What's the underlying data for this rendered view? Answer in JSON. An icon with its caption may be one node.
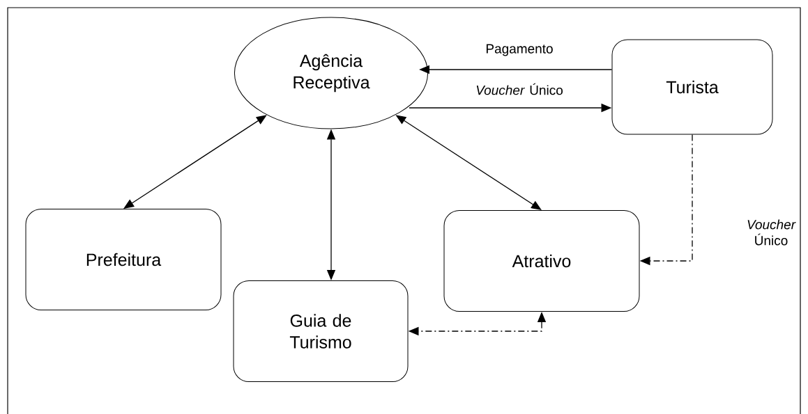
{
  "diagram": {
    "nodes": [
      {
        "text": [
          "Agência Receptiva"
        ]
      },
      {
        "text": [
          "Turista"
        ]
      },
      {
        "text": [
          "Prefeitura"
        ]
      },
      {
        "text": [
          "Atrativo"
        ]
      },
      {
        "text": [
          "Guia de Turismo"
        ]
      }
    ],
    "edges": [
      {
        "from": 1,
        "to": 0,
        "arrow": "to",
        "label": "Pagamento"
      },
      {
        "from": 0,
        "to": 1,
        "arrow": "to",
        "label": "*Voucher* Único"
      },
      {
        "from": 0,
        "to": 2,
        "arrow": "both"
      },
      {
        "from": 0,
        "to": 4,
        "arrow": "both"
      },
      {
        "from": 0,
        "to": 3,
        "arrow": "both"
      },
      {
        "from": 1,
        "to": 3,
        "arrow": "to",
        "style": "dashed",
        "label": "*Voucher* Único"
      },
      {
        "from": 3,
        "to": 4,
        "arrow": "both",
        "style": "dashed"
      }
    ]
  }
}
